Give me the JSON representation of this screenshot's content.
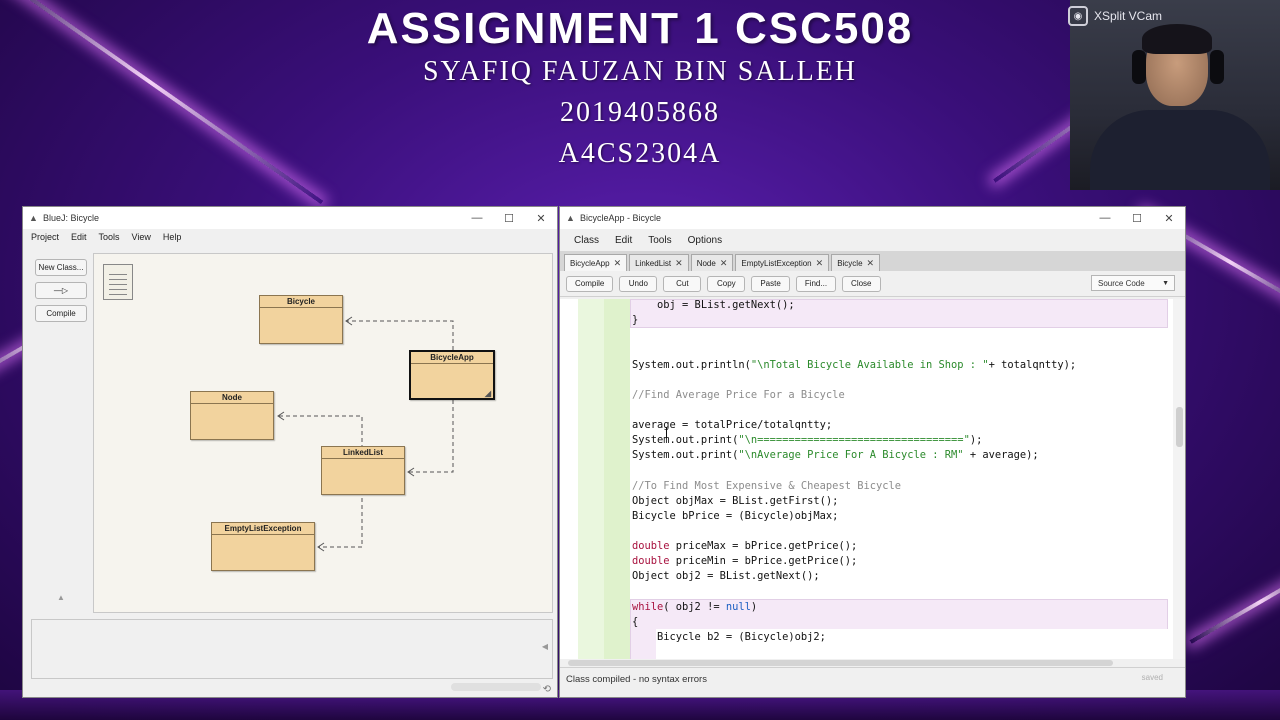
{
  "slide": {
    "title": "ASSIGNMENT 1 CSC508",
    "name": "SYAFIQ FAUZAN BIN SALLEH",
    "student_id": "2019405868",
    "group": "A4CS2304A"
  },
  "webcam": {
    "label": "XSplit VCam"
  },
  "bluej": {
    "window_title": "BlueJ: Bicycle",
    "menu": [
      "Project",
      "Edit",
      "Tools",
      "View",
      "Help"
    ],
    "buttons": {
      "new_class": "New Class...",
      "compile": "Compile"
    },
    "classes": {
      "bicycle": "Bicycle",
      "bicycleapp": "BicycleApp",
      "node": "Node",
      "linkedlist": "LinkedList",
      "emptylistexception": "EmptyListException"
    }
  },
  "editor": {
    "window_title": "BicycleApp - Bicycle",
    "menu": [
      "Class",
      "Edit",
      "Tools",
      "Options"
    ],
    "tabs": [
      "BicycleApp",
      "LinkedList",
      "Node",
      "EmptyListException",
      "Bicycle"
    ],
    "active_tab": "BicycleApp",
    "toolbar": [
      "Compile",
      "Undo",
      "Cut",
      "Copy",
      "Paste",
      "Find...",
      "Close"
    ],
    "view_mode": "Source Code",
    "status": "Class compiled - no syntax errors",
    "saved": "saved",
    "code": {
      "l1": "    obj = BList.getNext();",
      "l2": "}",
      "l3_a": "System.out.println(",
      "l3_s": "\"\\nTotal Bicycle Available in Shop : \"",
      "l3_b": "+ totalqntty);",
      "l4": "//Find Average Price For a Bicycle",
      "l5": "average = totalPrice/totalqntty;",
      "l6_a": "System.out.print(",
      "l6_s": "\"\\n=================================\"",
      "l6_b": ");",
      "l7_a": "System.out.print(",
      "l7_s": "\"\\nAverage Price For A Bicycle : RM\"",
      "l7_b": " + average);",
      "l8": "//To Find Most Expensive & Cheapest Bicycle",
      "l9": "Object objMax = BList.getFirst();",
      "l10": "Bicycle bPrice = (Bicycle)objMax;",
      "l11_kw": "double",
      "l11_b": " priceMax = bPrice.getPrice();",
      "l12_kw": "double",
      "l12_b": " priceMin = bPrice.getPrice();",
      "l13": "Object obj2 = BList.getNext();",
      "l14_kw": "while",
      "l14_a": "( obj2 != ",
      "l14_lit": "null",
      "l14_b": ")",
      "l15": "{",
      "l16": "    Bicycle b2 = (Bicycle)obj2;"
    }
  }
}
